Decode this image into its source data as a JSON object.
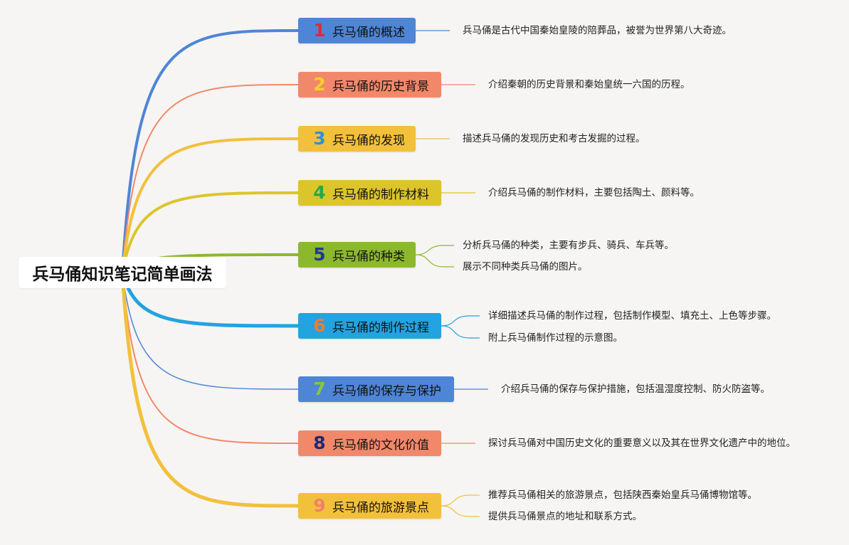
{
  "root": {
    "title": "兵马俑知识笔记简单画法"
  },
  "branches": [
    {
      "num": "1",
      "label": "兵马俑的概述",
      "bg": "#4e85d6",
      "num_color": "#e0283a",
      "line_color": "#4e85d6",
      "items": [
        "兵马俑是古代中国秦始皇陵的陪葬品，被誉为世界第八大奇迹。"
      ]
    },
    {
      "num": "2",
      "label": "兵马俑的历史背景",
      "bg": "#f2886a",
      "num_color": "#f6cf2a",
      "line_color": "#f2886a",
      "items": [
        "介绍秦朝的历史背景和秦始皇统一六国的历程。"
      ]
    },
    {
      "num": "3",
      "label": "兵马俑的发现",
      "bg": "#f3c03c",
      "num_color": "#2f8fd8",
      "line_color": "#f3c03c",
      "items": [
        "描述兵马俑的发现历史和考古发掘的过程。"
      ]
    },
    {
      "num": "4",
      "label": "兵马俑的制作材料",
      "bg": "#dcc52b",
      "num_color": "#25a84a",
      "line_color": "#dcc52b",
      "items": [
        "介绍兵马俑的制作材料，主要包括陶土、颜料等。"
      ]
    },
    {
      "num": "5",
      "label": "兵马俑的种类",
      "bg": "#8cb82e",
      "num_color": "#1f3a93",
      "line_color": "#8cb82e",
      "items": [
        "分析兵马俑的种类，主要有步兵、骑兵、车兵等。",
        "展示不同种类兵马俑的图片。"
      ]
    },
    {
      "num": "6",
      "label": "兵马俑的制作过程",
      "bg": "#23a3e0",
      "num_color": "#f27c2c",
      "line_color": "#23a3e0",
      "items": [
        "详细描述兵马俑的制作过程，包括制作模型、填充土、上色等步骤。",
        "附上兵马俑制作过程的示意图。"
      ]
    },
    {
      "num": "7",
      "label": "兵马俑的保存与保护",
      "bg": "#4e85d6",
      "num_color": "#8cc63e",
      "line_color": "#4e85d6",
      "items": [
        "介绍兵马俑的保存与保护措施，包括温湿度控制、防火防盗等。"
      ]
    },
    {
      "num": "8",
      "label": "兵马俑的文化价值",
      "bg": "#f2886a",
      "num_color": "#20286e",
      "line_color": "#f2886a",
      "items": [
        "探讨兵马俑对中国历史文化的重要意义以及其在世界文化遗产中的地位。"
      ]
    },
    {
      "num": "9",
      "label": "兵马俑的旅游景点",
      "bg": "#f3c03c",
      "num_color": "#f2806a",
      "line_color": "#f3c03c",
      "items": [
        "推荐兵马俑相关的旅游景点，包括陕西秦始皇兵马俑博物馆等。",
        "提供兵马俑景点的地址和联系方式。"
      ]
    }
  ]
}
